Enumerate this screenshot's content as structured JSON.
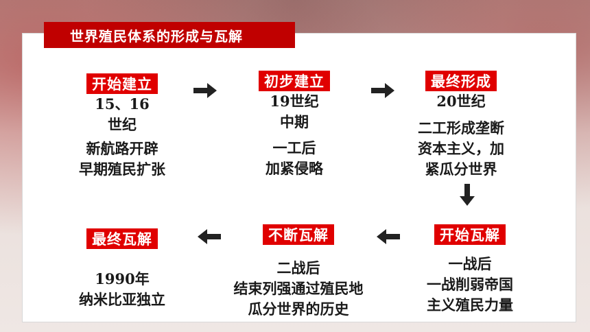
{
  "title": "世界殖民体系的形成与瓦解",
  "stages": [
    {
      "tag": "开始建立",
      "period": [
        "15、16",
        "世纪"
      ],
      "desc": [
        "新航路开辟",
        "早期殖民扩张"
      ]
    },
    {
      "tag": "初步建立",
      "period": [
        "19世纪",
        "中期"
      ],
      "desc": [
        "一工后",
        "加紧侵略"
      ]
    },
    {
      "tag": "最终形成",
      "period": [
        "20世纪"
      ],
      "desc": [
        "二工形成垄断",
        "资本主义，加",
        "紧瓜分世界"
      ]
    },
    {
      "tag": "开始瓦解",
      "desc": [
        "一战后",
        "一战削弱帝国",
        "主义殖民力量"
      ]
    },
    {
      "tag": "不断瓦解",
      "desc": [
        "二战后",
        "结束列强通过殖民地",
        "瓜分世界的历史"
      ]
    },
    {
      "tag": "最终瓦解",
      "desc": [
        "1990年",
        "纳米比亚独立"
      ]
    }
  ],
  "colors": {
    "accent": "#e00000",
    "title_bg": "#c00000",
    "arrow": "#222222"
  },
  "icons": [
    "arrow-right-icon",
    "arrow-down-icon",
    "arrow-left-icon"
  ]
}
